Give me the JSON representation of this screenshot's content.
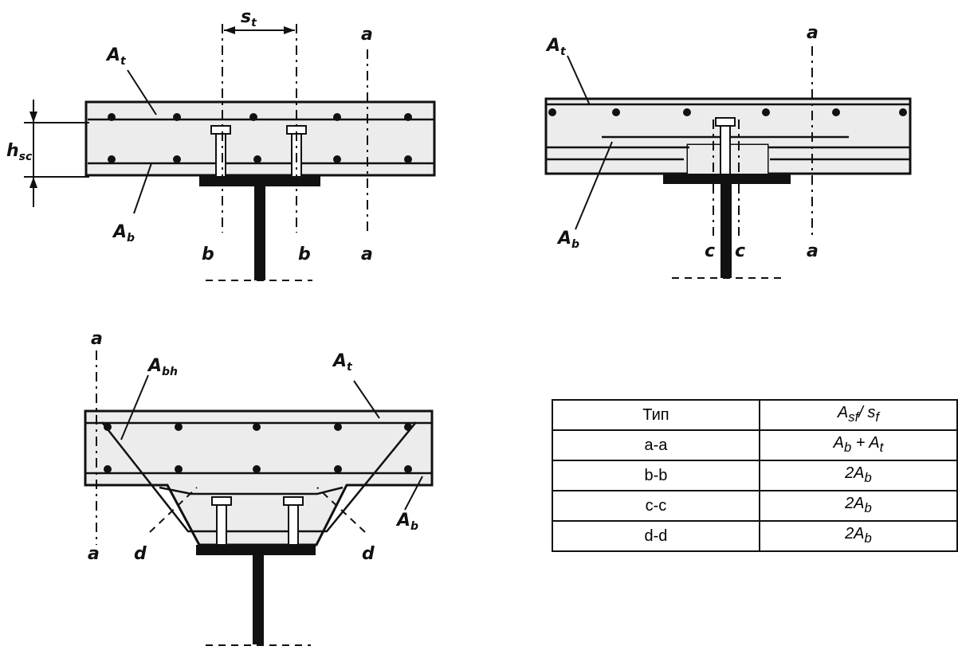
{
  "labels": {
    "s_t": "s",
    "s_t_sub": "t",
    "h_sc": "h",
    "h_sc_sub": "sc",
    "A_t": "A",
    "A_t_sub": "t",
    "A_b": "A",
    "A_b_sub": "b",
    "A_bh": "A",
    "A_bh_sub": "bh",
    "a": "a",
    "b": "b",
    "c": "c",
    "d": "d"
  },
  "table": {
    "header": [
      "Тип",
      "A",
      "sf",
      "/ s",
      "f"
    ],
    "rows": [
      [
        "a-a",
        "A",
        "b",
        " + A",
        "t"
      ],
      [
        "b-b",
        "2A",
        "b"
      ],
      [
        "c-c",
        "2A",
        "b"
      ],
      [
        "d-d",
        "2A",
        "b"
      ]
    ]
  }
}
